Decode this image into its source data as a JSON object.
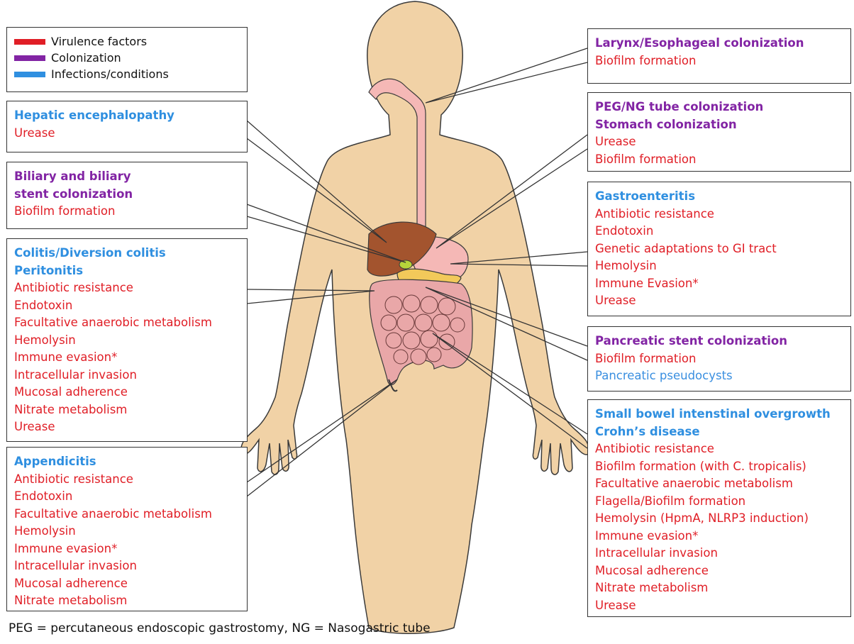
{
  "legend": {
    "items": [
      {
        "label": "Virulence factors",
        "color": "#e01e26"
      },
      {
        "label": "Colonization",
        "color": "#8224a4"
      },
      {
        "label": "Infections/conditions",
        "color": "#2f8fe0"
      }
    ]
  },
  "left_boxes": {
    "hepatic": {
      "title": [
        "Hepatic encephalopathy"
      ],
      "items": [
        "Urease"
      ]
    },
    "biliary": {
      "title": [
        "Biliary and biliary",
        "stent colonization"
      ],
      "items": [
        "Biofilm formation"
      ]
    },
    "colitis": {
      "title": [
        "Colitis/Diversion colitis",
        "Peritonitis"
      ],
      "items": [
        "Antibiotic resistance",
        "Endotoxin",
        "Facultative anaerobic metabolism",
        "Hemolysin",
        "Immune evasion*",
        "Intracellular invasion",
        "Mucosal adherence",
        "Nitrate metabolism",
        "Urease"
      ]
    },
    "appendicitis": {
      "title": [
        "Appendicitis"
      ],
      "items": [
        "Antibiotic resistance",
        "Endotoxin",
        "Facultative anaerobic metabolism",
        "Hemolysin",
        "Immune evasion*",
        "Intracellular invasion",
        "Mucosal adherence",
        "Nitrate metabolism"
      ]
    }
  },
  "right_boxes": {
    "larynx": {
      "title": [
        "Larynx/Esophageal colonization"
      ],
      "items": [
        "Biofilm formation"
      ]
    },
    "peg": {
      "title": [
        "PEG/NG tube colonization",
        "Stomach colonization"
      ],
      "items": [
        "Urease",
        "Biofilm formation"
      ]
    },
    "gastro": {
      "title": [
        "Gastroenteritis"
      ],
      "items": [
        "Antibiotic resistance",
        "Endotoxin",
        "Genetic adaptations to GI tract",
        "Hemolysin",
        "Immune Evasion*",
        "Urease"
      ]
    },
    "pancreatic": {
      "title": [
        "Pancreatic stent colonization"
      ],
      "items": [
        "Biofilm formation"
      ],
      "condition": "Pancreatic pseudocysts"
    },
    "smallbowel": {
      "title": [
        "Small bowel intenstinal overgrowth",
        "Crohn’s disease"
      ],
      "items": [
        "Antibiotic resistance",
        "Biofilm formation (with C. tropicalis)",
        "Facultative anaerobic metabolism",
        "Flagella/Biofilm formation",
        "Hemolysin (HpmA, NLRP3 induction)",
        "Immune evasion*",
        "Intracellular invasion",
        "Mucosal adherence",
        "Nitrate metabolism",
        "Urease"
      ]
    }
  },
  "footnote": "PEG = percutaneous endoscopic gastrostomy, NG = Nasogastric tube",
  "colors": {
    "skin": "#f1d2a6",
    "skin_outline": "#3a3a3a",
    "esophagus": "#f5b8b6",
    "liver": "#a3542e",
    "gallbladder": "#b6d43a",
    "pancreas": "#f2c95a",
    "intestine": "#e9a7a8"
  }
}
